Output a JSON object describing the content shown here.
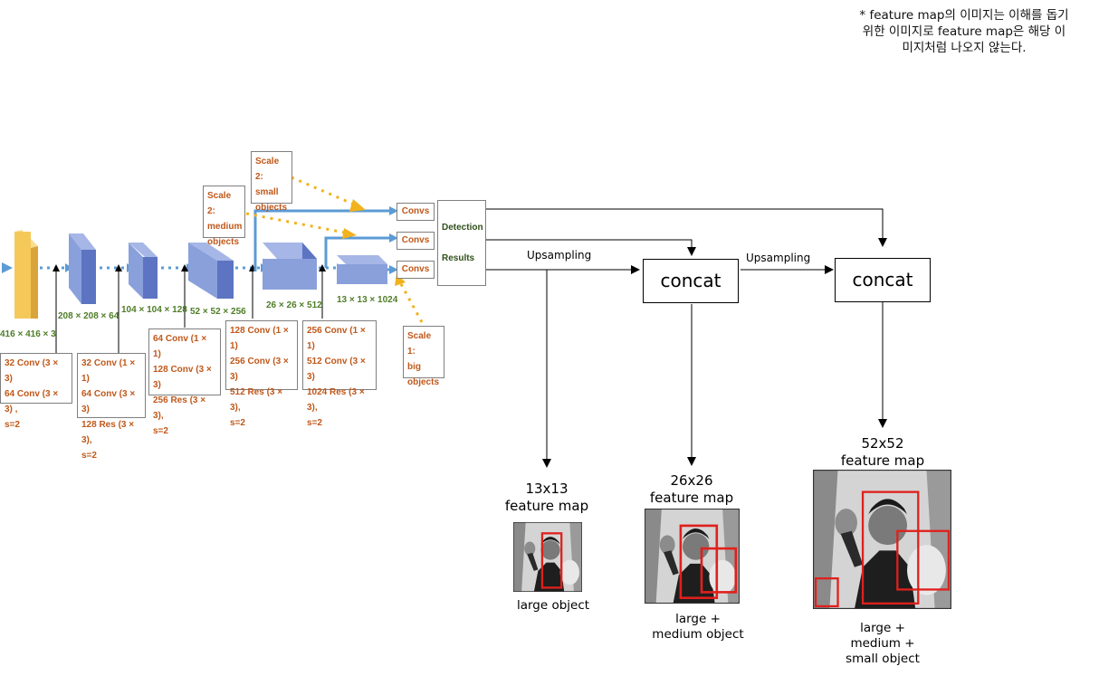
{
  "note": "* feature map의 이미지는 이해를 돕기\n위한 이미지로 feature map은 해당 이\n미지처럼 나오지 않는다.",
  "layers": [
    {
      "shape": "416 × 416 × 3",
      "ops": "32 Conv (3 × 3)\n64 Conv (3 × 3) ,\ns=2"
    },
    {
      "shape": "208 × 208 × 64",
      "ops": "32 Conv (1 × 1)\n64 Conv (3 × 3)\n128 Res (3 × 3),\ns=2"
    },
    {
      "shape": "104 × 104 × 128",
      "ops": "64 Conv (1 × 1)\n128 Conv (3 × 3)\n256 Res (3 × 3),\ns=2"
    },
    {
      "shape": "52 × 52 × 256",
      "ops": "128 Conv (1 × 1)\n256 Conv (3 × 3)\n512 Res (3 × 3),\ns=2"
    },
    {
      "shape": "26 × 26 × 512",
      "ops": "256 Conv (1 × 1)\n512 Conv (3 × 3)\n1024 Res (3 × 3),\ns=2"
    },
    {
      "shape": "13 × 13 × 1024"
    }
  ],
  "scales": {
    "small": "Scale 2:\nsmall\nobjects",
    "medium": "Scale 2:\nmedium\nobjects",
    "big": "Scale 1:\nbig\nobjects"
  },
  "convs_label": "Convs",
  "detection": {
    "line1": "Detection",
    "line2": "Results"
  },
  "upsampling": "Upsampling",
  "concat": "concat",
  "feature_maps": [
    {
      "title": "13x13\nfeature map",
      "caption": "large object"
    },
    {
      "title": "26x26\nfeature map",
      "caption": "large +\nmedium object"
    },
    {
      "title": "52x52\nfeature map",
      "caption": "large +\nmedium +\nsmall object"
    }
  ],
  "colors": {
    "cube_blue": "#7f97d6",
    "input_yellow": "#f5c85a",
    "arrow_blue": "#5b9bd5",
    "dotted_yellow": "#f2b21c",
    "box_red": "#e0201c",
    "label_orange": "#c0581a",
    "label_green": "#4f7d28"
  }
}
